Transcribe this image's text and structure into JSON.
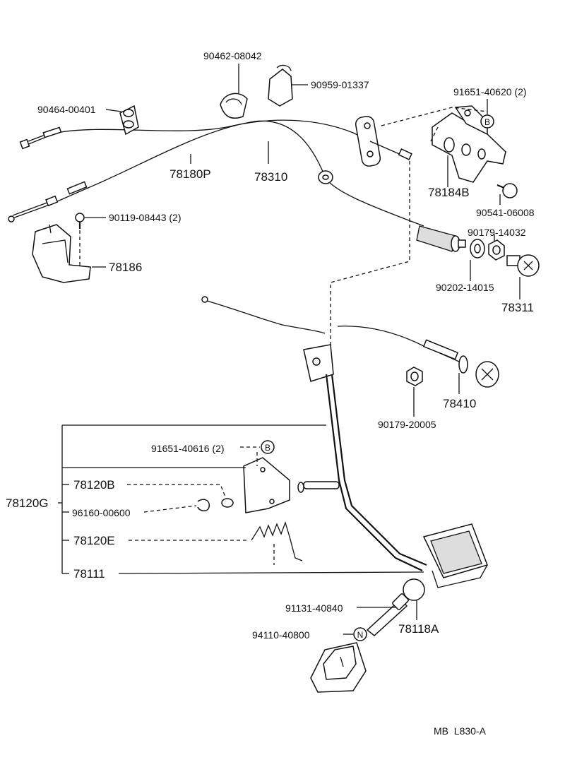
{
  "parts": [
    {
      "id": "p90462",
      "code": "90462-08042"
    },
    {
      "id": "p90959",
      "code": "90959-01337"
    },
    {
      "id": "p90464",
      "code": "90464-00401"
    },
    {
      "id": "p91651a",
      "code": "91651-40620 (2)"
    },
    {
      "id": "p78180P",
      "code": "78180P"
    },
    {
      "id": "p78310",
      "code": "78310"
    },
    {
      "id": "p78184B",
      "code": "78184B"
    },
    {
      "id": "p90541",
      "code": "90541-06008"
    },
    {
      "id": "p90119",
      "code": "90119-08443 (2)"
    },
    {
      "id": "p90179a",
      "code": "90179-14032"
    },
    {
      "id": "p78186",
      "code": "78186"
    },
    {
      "id": "p90202",
      "code": "90202-14015"
    },
    {
      "id": "p78311",
      "code": "78311"
    },
    {
      "id": "p78410",
      "code": "78410"
    },
    {
      "id": "p90179b",
      "code": "90179-20005"
    },
    {
      "id": "p91651b",
      "code": "91651-40616 (2)"
    },
    {
      "id": "p78120B",
      "code": "78120B"
    },
    {
      "id": "p78120G",
      "code": "78120G"
    },
    {
      "id": "p96160",
      "code": "96160-00600"
    },
    {
      "id": "p78120E",
      "code": "78120E"
    },
    {
      "id": "p78111",
      "code": "78111"
    },
    {
      "id": "p91131",
      "code": "91131-40840"
    },
    {
      "id": "p78118A",
      "code": "78118A"
    },
    {
      "id": "p94110",
      "code": "94110-40800"
    }
  ],
  "markers": {
    "b_top": "B",
    "b_mid": "B",
    "n": "N"
  },
  "footer": {
    "code": "MB  L830-A"
  }
}
